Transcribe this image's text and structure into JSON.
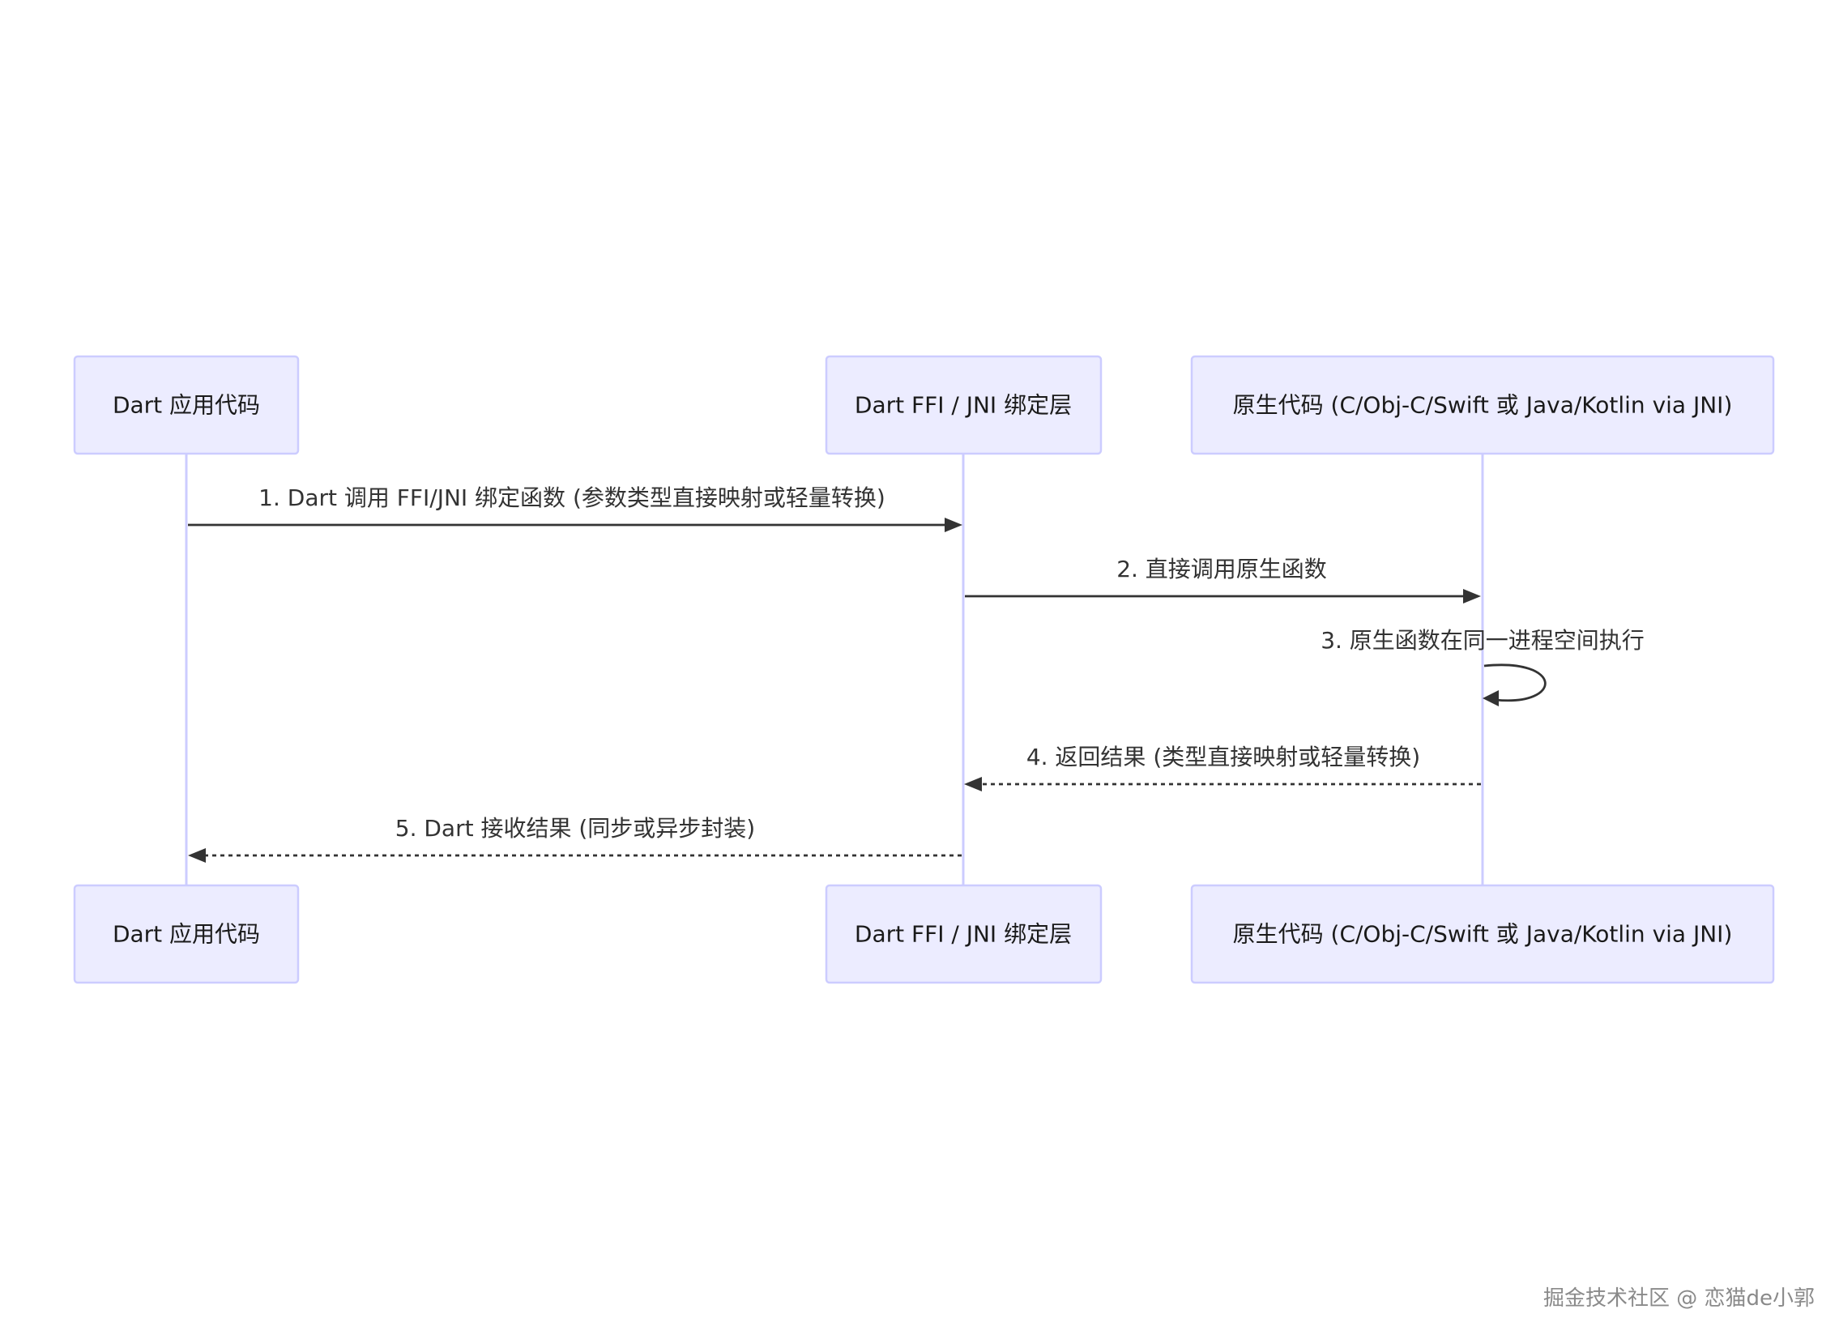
{
  "participants": [
    {
      "id": "dart",
      "label": "Dart 应用代码"
    },
    {
      "id": "ffi",
      "label": "Dart FFI / JNI 绑定层"
    },
    {
      "id": "native",
      "label": "原生代码 (C/Obj-C/Swift 或 Java/Kotlin via JNI)"
    }
  ],
  "messages": [
    {
      "from": "dart",
      "to": "ffi",
      "label": "1. Dart 调用 FFI/JNI 绑定函数 (参数类型直接映射或轻量转换)",
      "style": "solid"
    },
    {
      "from": "ffi",
      "to": "native",
      "label": "2. 直接调用原生函数",
      "style": "solid"
    },
    {
      "from": "native",
      "to": "native",
      "label": "3. 原生函数在同一进程空间执行",
      "style": "solid"
    },
    {
      "from": "native",
      "to": "ffi",
      "label": "4. 返回结果 (类型直接映射或轻量转换)",
      "style": "dashed"
    },
    {
      "from": "ffi",
      "to": "dart",
      "label": "5. Dart 接收结果 (同步或异步封装)",
      "style": "dashed"
    }
  ],
  "watermark": "掘金技术社区 @ 恋猫de小郭",
  "colors": {
    "actor_fill": "#ECECFF",
    "actor_stroke": "#CCCCFF",
    "lifeline": "#CCCCFF",
    "message": "#333333"
  }
}
